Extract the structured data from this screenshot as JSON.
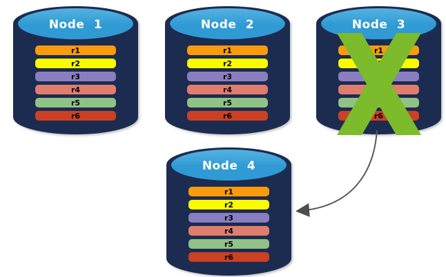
{
  "diagram": {
    "background": "#FFFFFF",
    "nodes": [
      {
        "id": "node-1",
        "label": "Node 1",
        "crossed_out": false,
        "rows": [
          "r1",
          "r2",
          "r3",
          "r4",
          "r5",
          "r6"
        ]
      },
      {
        "id": "node-2",
        "label": "Node 2",
        "crossed_out": false,
        "rows": [
          "r1",
          "r2",
          "r3",
          "r4",
          "r5",
          "r6"
        ]
      },
      {
        "id": "node-3",
        "label": "Node 3",
        "crossed_out": true,
        "rows": [
          "r1",
          "r2",
          "r3",
          "r4",
          "r5",
          "r6"
        ]
      },
      {
        "id": "node-4",
        "label": "Node 4",
        "crossed_out": false,
        "rows": [
          "r1",
          "r2",
          "r3",
          "r4",
          "r5",
          "r6"
        ]
      }
    ],
    "row_colors": {
      "r1": "#F99B0C",
      "r2": "#FBFB00",
      "r3": "#8A7EC1",
      "r4": "#E07E6E",
      "r5": "#90C285",
      "r6": "#CC4123"
    },
    "colors": {
      "cylinder_body": "#1C2B50",
      "cylinder_top": "#2F9AD3",
      "node_label_text": "#FFFFFF",
      "row_label_text": "#000000",
      "cross": "#7CBB2B",
      "arrow_line": "#595959",
      "arrow_head": "#4D4D4D"
    },
    "arrow": {
      "from": "node-3",
      "to": "node-4"
    }
  }
}
